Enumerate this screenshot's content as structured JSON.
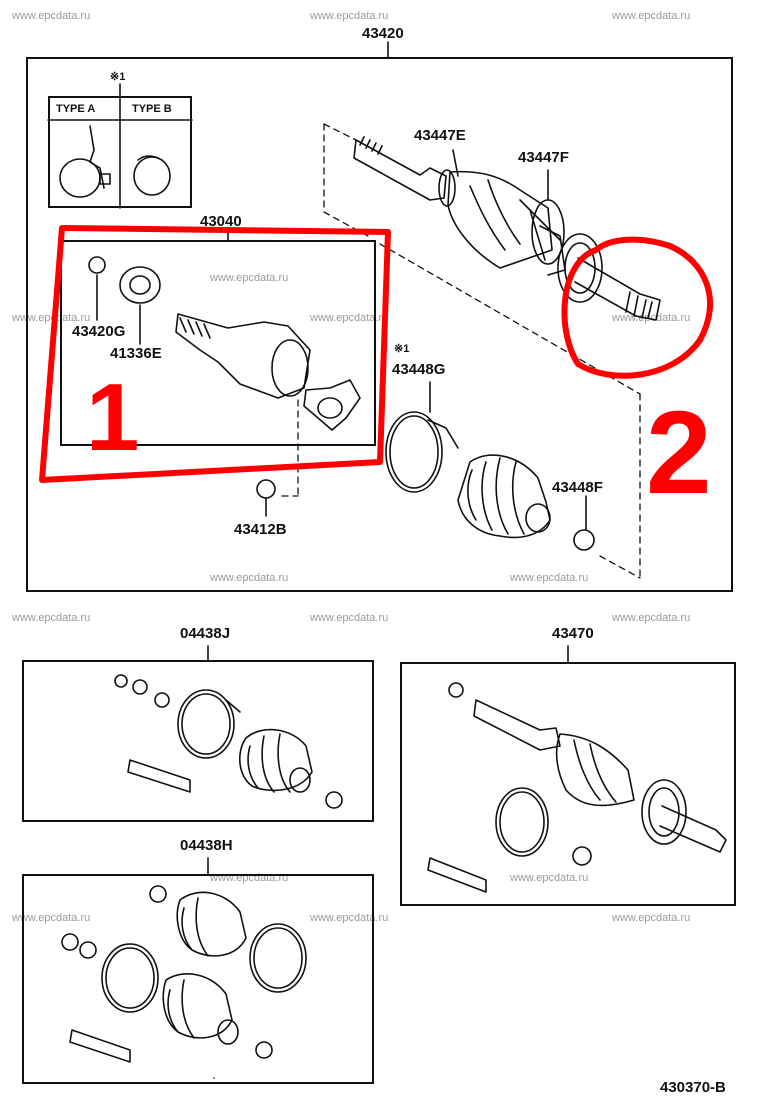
{
  "watermark": "www.epcdata.ru",
  "main_assembly": {
    "number": "43420",
    "note_mark": "※1",
    "clamp_types": {
      "type_a": "TYPE A",
      "type_b": "TYPE B"
    },
    "parts": {
      "outer_shaft_a": "43447E",
      "outer_shaft_b": "43447F",
      "inner_joint": "43040",
      "snap_ring": "43420G",
      "dust_seal": "41336E",
      "boot_kit_mark": "※1",
      "boot_clamp": "43448G",
      "small_clamp": "43448F",
      "inner_ring": "43412B"
    }
  },
  "kit_j": {
    "number": "04438J"
  },
  "kit_h": {
    "number": "04438H"
  },
  "assembly_43470": {
    "number": "43470"
  },
  "diagram_code": "430370-B",
  "annotations": {
    "mark_1": "1",
    "mark_2": "2",
    "highlight_color": "#ff0000"
  }
}
